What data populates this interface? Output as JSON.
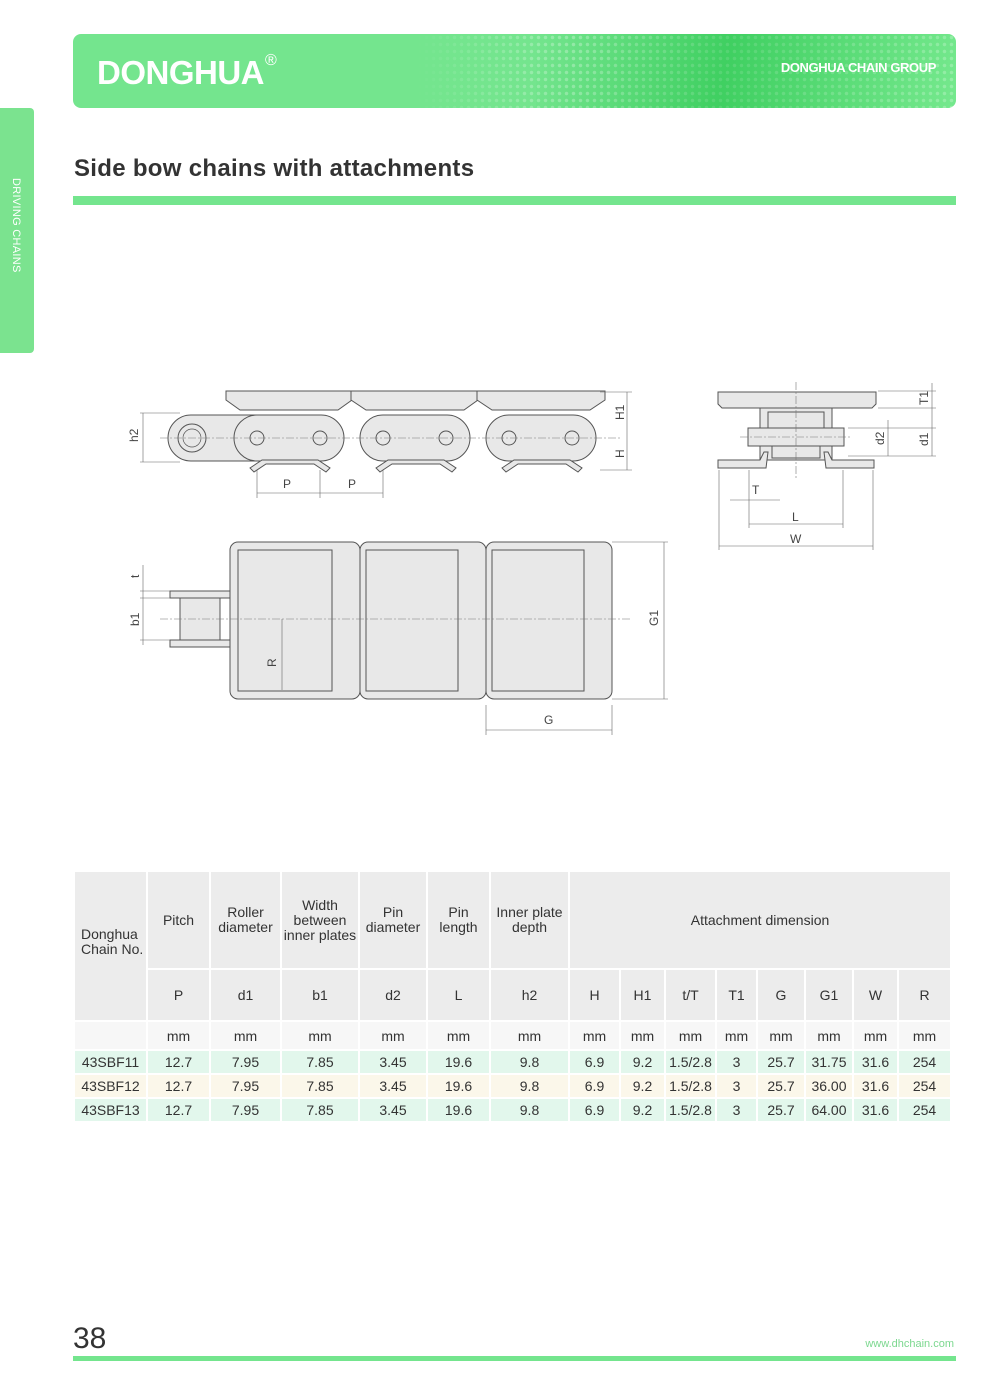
{
  "header": {
    "brand": "DONGHUA",
    "registered": "®",
    "group": "DONGHUA CHAIN GROUP"
  },
  "side_tab": {
    "label": "DRIVING CHAINS"
  },
  "page_title": "Side bow chains with attachments",
  "drawing_labels": {
    "h2": "h2",
    "H1": "H1",
    "H": "H",
    "P1": "P",
    "P2": "P",
    "T1": "T1",
    "d2": "d2",
    "d1": "d1",
    "T": "T",
    "L": "L",
    "W": "W",
    "t": "t",
    "b1": "b1",
    "R": "R",
    "G1": "G1",
    "G": "G"
  },
  "table": {
    "corner": "Donghua Chain No.",
    "headers": [
      "Pitch",
      "Roller diameter",
      "Width between inner plates",
      "Pin diameter",
      "Pin length",
      "Inner plate depth"
    ],
    "group_header": "Attachment dimension",
    "symbols": [
      "P",
      "d1",
      "b1",
      "d2",
      "L",
      "h2",
      "H",
      "H1",
      "t/T",
      "T1",
      "G",
      "G1",
      "W",
      "R"
    ],
    "units": [
      "mm",
      "mm",
      "mm",
      "mm",
      "mm",
      "mm",
      "mm",
      "mm",
      "mm",
      "mm",
      "mm",
      "mm",
      "mm",
      "mm"
    ],
    "rows": [
      [
        "43SBF11",
        "12.7",
        "7.95",
        "7.85",
        "3.45",
        "19.6",
        "9.8",
        "6.9",
        "9.2",
        "1.5/2.8",
        "3",
        "25.7",
        "31.75",
        "31.6",
        "254"
      ],
      [
        "43SBF12",
        "12.7",
        "7.95",
        "7.85",
        "3.45",
        "19.6",
        "9.8",
        "6.9",
        "9.2",
        "1.5/2.8",
        "3",
        "25.7",
        "36.00",
        "31.6",
        "254"
      ],
      [
        "43SBF13",
        "12.7",
        "7.95",
        "7.85",
        "3.45",
        "19.6",
        "9.8",
        "6.9",
        "9.2",
        "1.5/2.8",
        "3",
        "25.7",
        "64.00",
        "31.6",
        "254"
      ]
    ]
  },
  "footer": {
    "page_number": "38",
    "url": "www.dhchain.com"
  },
  "colors": {
    "accent": "#74e58e",
    "row_a": "#e2f7ec",
    "row_b": "#fbf7ea",
    "header_cell": "#ececec"
  }
}
